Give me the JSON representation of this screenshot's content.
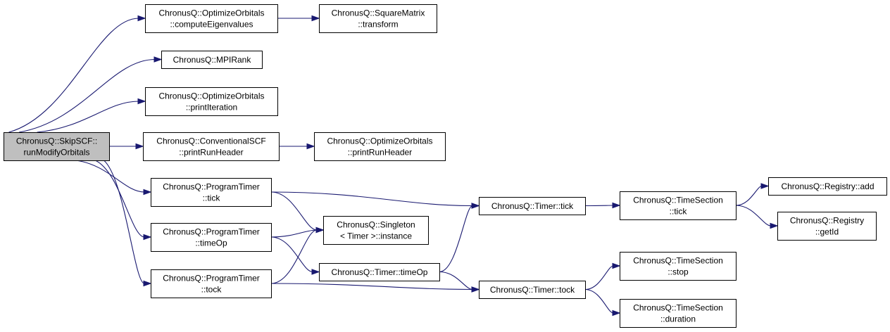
{
  "diagram": {
    "edge_color": "#191970",
    "root_fill": "#bfbfbf",
    "nodes": [
      {
        "id": "root",
        "lines": [
          "ChronusQ::SkipSCF::",
          "runModifyOrbitals"
        ],
        "root": true
      },
      {
        "id": "computeEigenvalues",
        "lines": [
          "ChronusQ::OptimizeOrbitals",
          "::computeEigenvalues"
        ]
      },
      {
        "id": "transform",
        "lines": [
          "ChronusQ::SquareMatrix",
          "::transform"
        ]
      },
      {
        "id": "mpirank",
        "lines": [
          "ChronusQ::MPIRank"
        ]
      },
      {
        "id": "printIteration",
        "lines": [
          "ChronusQ::OptimizeOrbitals",
          "::printIteration"
        ]
      },
      {
        "id": "convPrintRunHeader",
        "lines": [
          "ChronusQ::ConventionalSCF",
          "::printRunHeader"
        ]
      },
      {
        "id": "optPrintRunHeader",
        "lines": [
          "ChronusQ::OptimizeOrbitals",
          "::printRunHeader"
        ]
      },
      {
        "id": "ptTick",
        "lines": [
          "ChronusQ::ProgramTimer",
          "::tick"
        ]
      },
      {
        "id": "ptTimeOp",
        "lines": [
          "ChronusQ::ProgramTimer",
          "::timeOp"
        ]
      },
      {
        "id": "ptTock",
        "lines": [
          "ChronusQ::ProgramTimer",
          "::tock"
        ]
      },
      {
        "id": "singleton",
        "lines": [
          "ChronusQ::Singleton",
          "< Timer >::instance"
        ]
      },
      {
        "id": "timerTick",
        "lines": [
          "ChronusQ::Timer::tick"
        ]
      },
      {
        "id": "timerTimeOp",
        "lines": [
          "ChronusQ::Timer::timeOp"
        ]
      },
      {
        "id": "timerTock",
        "lines": [
          "ChronusQ::Timer::tock"
        ]
      },
      {
        "id": "tsTick",
        "lines": [
          "ChronusQ::TimeSection",
          "::tick"
        ]
      },
      {
        "id": "tsStop",
        "lines": [
          "ChronusQ::TimeSection",
          "::stop"
        ]
      },
      {
        "id": "tsDuration",
        "lines": [
          "ChronusQ::TimeSection",
          "::duration"
        ]
      },
      {
        "id": "regAdd",
        "lines": [
          "ChronusQ::Registry::add"
        ]
      },
      {
        "id": "regGetId",
        "lines": [
          "ChronusQ::Registry",
          "::getId"
        ]
      }
    ],
    "edges": [
      [
        "root",
        "computeEigenvalues"
      ],
      [
        "computeEigenvalues",
        "transform"
      ],
      [
        "root",
        "mpirank"
      ],
      [
        "root",
        "printIteration"
      ],
      [
        "root",
        "convPrintRunHeader"
      ],
      [
        "convPrintRunHeader",
        "optPrintRunHeader"
      ],
      [
        "root",
        "ptTick"
      ],
      [
        "root",
        "ptTimeOp"
      ],
      [
        "root",
        "ptTock"
      ],
      [
        "ptTick",
        "timerTick"
      ],
      [
        "ptTick",
        "singleton"
      ],
      [
        "ptTimeOp",
        "singleton"
      ],
      [
        "ptTimeOp",
        "timerTimeOp"
      ],
      [
        "ptTock",
        "singleton"
      ],
      [
        "ptTock",
        "timerTock"
      ],
      [
        "timerTimeOp",
        "timerTick"
      ],
      [
        "timerTimeOp",
        "timerTock"
      ],
      [
        "timerTick",
        "tsTick"
      ],
      [
        "tsTick",
        "regAdd"
      ],
      [
        "tsTick",
        "regGetId"
      ],
      [
        "timerTock",
        "tsStop"
      ],
      [
        "timerTock",
        "tsDuration"
      ]
    ]
  }
}
